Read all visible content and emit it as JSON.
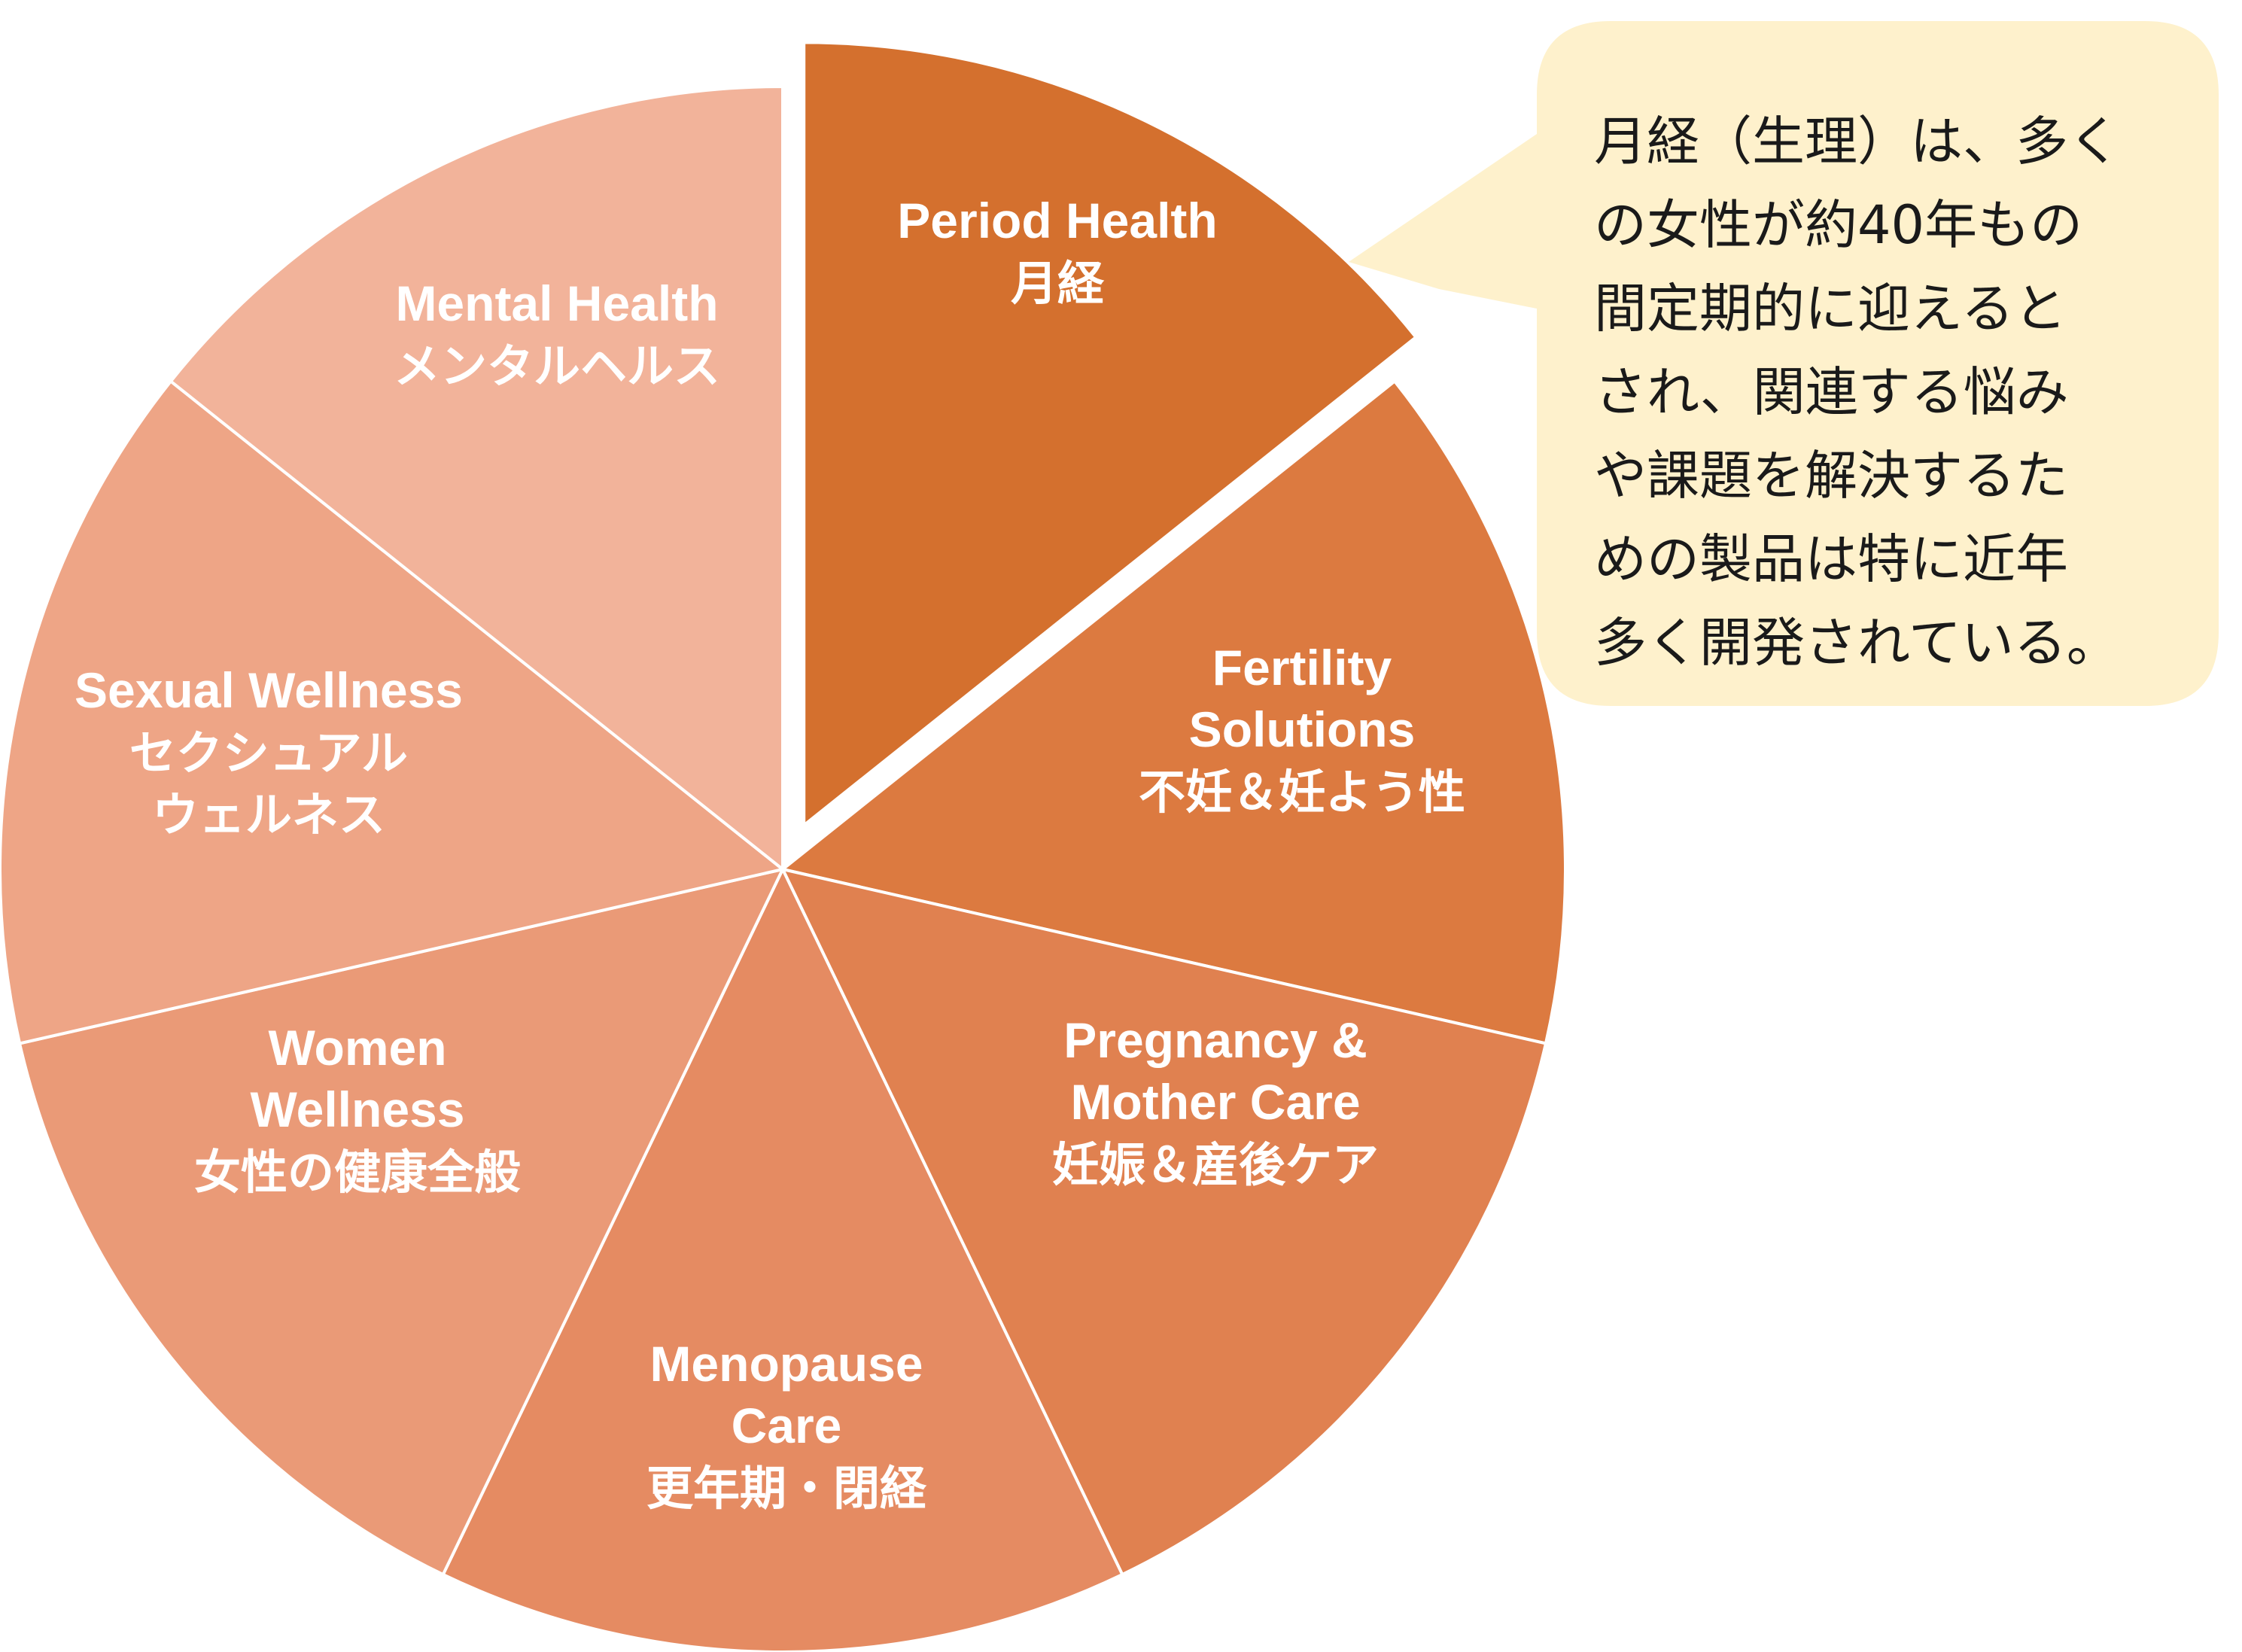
{
  "chart_data": {
    "type": "pie",
    "highlighted": "Period Health",
    "segments": [
      {
        "label_en": [
          "Period Health"
        ],
        "label_ja": [
          "月経"
        ],
        "value": 1,
        "color": "#d4702e",
        "exploded": true
      },
      {
        "label_en": [
          "Fertility",
          "Solutions"
        ],
        "label_ja": [
          "不妊＆妊よう性"
        ],
        "value": 1,
        "color": "#dc7a40"
      },
      {
        "label_en": [
          "Pregnancy &",
          "Mother Care"
        ],
        "label_ja": [
          "妊娠＆産後ケア"
        ],
        "value": 1,
        "color": "#e08150"
      },
      {
        "label_en": [
          "Menopause",
          "Care"
        ],
        "label_ja": [
          "更年期・閉経"
        ],
        "value": 1,
        "color": "#e58b62"
      },
      {
        "label_en": [
          "Women",
          "Wellness"
        ],
        "label_ja": [
          "女性の健康全般"
        ],
        "value": 1,
        "color": "#ea9a77"
      },
      {
        "label_en": [
          "Sexual Wellness"
        ],
        "label_ja": [
          "セクシュアル",
          "ウェルネス"
        ],
        "value": 1,
        "color": "#eea586"
      },
      {
        "label_en": [
          "Mental Health"
        ],
        "label_ja": [
          "メンタルヘルス"
        ],
        "value": 1,
        "color": "#f2b39a"
      }
    ]
  },
  "callout": {
    "lines": [
      "月経（生理）は、多く",
      "の女性が約40年もの",
      "間定期的に迎えると",
      "され、関連する悩み",
      "や課題を解決するた",
      "めの製品は特に近年",
      "多く開発されている。"
    ],
    "background": "#fef1cc"
  }
}
